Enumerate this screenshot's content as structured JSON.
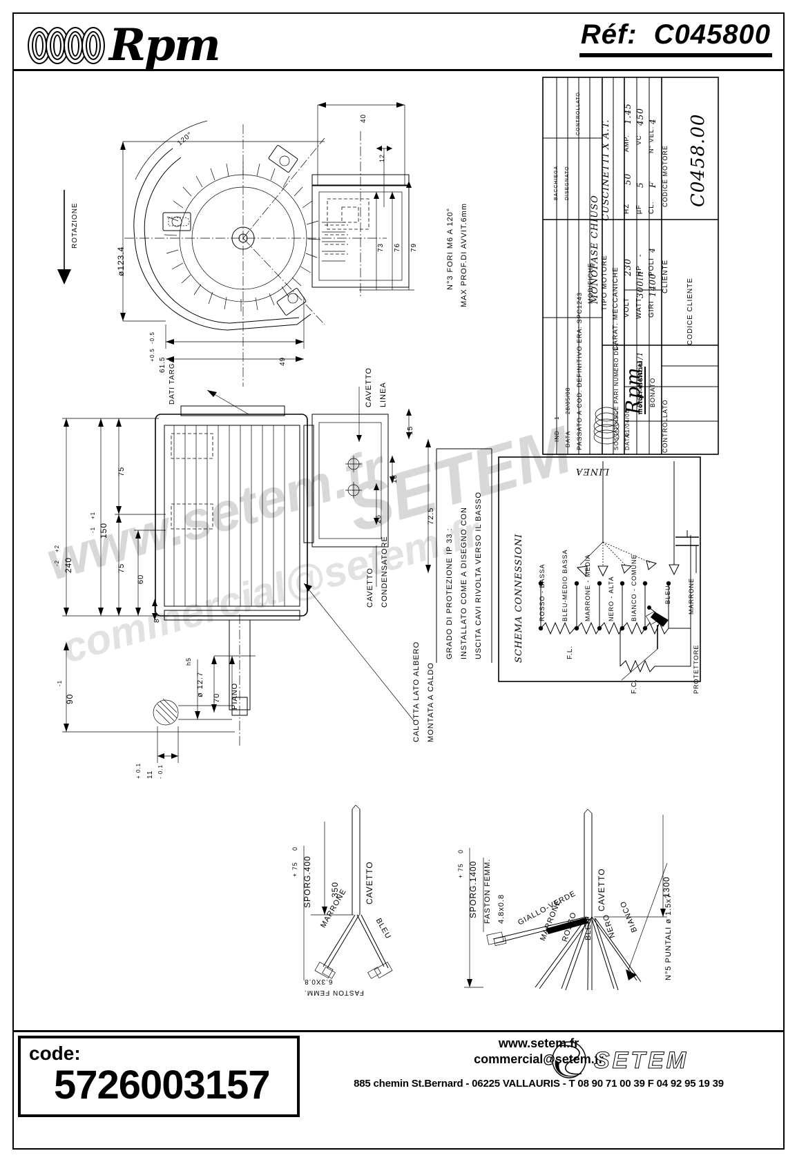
{
  "header": {
    "brand": "Rpm",
    "ref_label": "Réf:",
    "ref_value": "C045800"
  },
  "footer": {
    "code_label": "code:",
    "code_value": "5726003157",
    "website": "www.setem.fr",
    "email": "commercial@setem.fr",
    "address": "885 chemin St.Bernard  -   06225 VALLAURIS  -  T 08 90 71 00 39   F 04 92 95 19 39",
    "company": "SETEM"
  },
  "watermarks": {
    "line1": "www.setem.fr",
    "line2": "SETEM",
    "line3": "commercial@setem.fr"
  },
  "title_block": {
    "modifiche_header": "MODIFICHE",
    "passato": "PASSATO A COD. DEFINITIVO ERA: SPC1243",
    "ind_label": "IND",
    "data_label": "DATA",
    "ind_value": "1",
    "data_value": "28/05/08",
    "dash": "-",
    "columns": [
      "BACCHIEGA",
      "DISEGNATO",
      "CONTROLLATO"
    ],
    "brand": "Rpm",
    "brand_sub": "motori elettrici",
    "tipo_motore_label": "TIPO MOTORE",
    "tipo_motore_value": "MONOFASE CHIUSO",
    "carat_label": "CARAT. MECCANICHE",
    "carat_value": "CUSCINETTI X A.T.",
    "specs": [
      {
        "label": "VOLT",
        "value": "230",
        "label2": "HZ",
        "value2": "50",
        "label3": "AMP.",
        "value3": "1.45"
      },
      {
        "label": "WATT",
        "value": "300in",
        "label2": "µF",
        "value2": "5",
        "label3": "VC",
        "value3": "450"
      },
      {
        "label": "GIRI",
        "value": "1400",
        "label2": "CL.",
        "value2": "F",
        "label3": "N° VEL.",
        "value3": "4"
      }
    ],
    "hp_label": "HP",
    "hp_value": "-",
    "poli_label": "POLI",
    "poli_value": "4",
    "cliente_label": "CLIENTE",
    "codice_cliente_label": "CODICE CLIENTE",
    "codice_motore_label": "CODICE MOTORE",
    "codice_motore_value": "C0458.00",
    "sostituisce_label": "SOSTITUISCE PARI NUMERO DEL",
    "sostituisce_value": "-",
    "scala_label": "SCALA",
    "scala_value": "1/1",
    "data_row_label": "DATA:",
    "data_row_value": "01/04/08",
    "disegnato_label": "DISEGNATO",
    "disegnato_value": "BONATO",
    "controllato_label": "CONTROLLATO"
  },
  "notes": {
    "protection": "GRADO DI PROTEZIONE IP 33 :",
    "protection2": "INSTALLATO COME A DISEGNO CON",
    "protection3": "USCITA CAVI RIVOLTA VERSO IL BASSO",
    "fori": "N°3 FORI M6 A 120°",
    "fori2": "MAX PROF.DI AVVIT.6mm",
    "rotazione": "ROTAZIONE",
    "dati_targa": "DATI TARGA",
    "cavetto_linea": "CAVETTO",
    "cavetto_linea2": "LINEA",
    "cavetto_cond": "CAVETTO",
    "cavetto_cond2": "CONDENSATORE",
    "calotta": "CALOTTA LATO ALBERO",
    "calotta2": "MONTATA A CALDO",
    "piano": "PIANO"
  },
  "dimensions": {
    "diam_rotor": "ø123.4",
    "angle120": "120°",
    "d40": "40",
    "d12": "12",
    "d73": "73",
    "d76": "76",
    "d79": "79",
    "d49": "49",
    "d61_5": "61.5",
    "tol61_5_top": "+0.5",
    "tol61_5_bot": "-0.5",
    "d240": "240",
    "tol240_top": "+2",
    "tol240_bot": "-2",
    "d150": "150",
    "tol150_top": "+1",
    "tol150_bot": "-1",
    "d75a": "75",
    "d75b": "75",
    "d60": "60",
    "d8": "8",
    "d90": "90",
    "tol90": "-1",
    "d15": "15",
    "d18": "18",
    "d72_5": "72.5",
    "d26": "26",
    "shaft_diam": "ø 12.7",
    "shaft_tol": "h5",
    "d70": "70",
    "d11": "11",
    "tol11_top": "+ 0.1",
    "tol11_bot": "- 0.1"
  },
  "schema": {
    "title": "SCHEMA CONNESSIONI",
    "linea": "LINEA",
    "taps": [
      "ROSSO - BASSA",
      "BLEU-MEDIO BASSA",
      "MARRONE - MEDIA",
      "NERO - ALTA",
      "BIANCO - COMUNE"
    ],
    "cap_lead1": "BLEU",
    "cap_lead2": "MARRONE",
    "fl": "F.L.",
    "fc": "F.C.",
    "protettore": "PROTETTORE"
  },
  "harness_left": {
    "sporg": "SPORG.400",
    "sporg_tol_top": "+ 75",
    "sporg_tol_bot": "0",
    "len": "350",
    "cavetto": "CAVETTO",
    "wire1": "MARRONE",
    "wire2": "BLEU",
    "faston": "FASTON FEMM.",
    "faston_size": "6.3X0.8"
  },
  "harness_right": {
    "sporg": "SPORG.1400",
    "sporg_tol_top": "+ 75",
    "sporg_tol_bot": "0",
    "len": "1300",
    "cavetto": "CAVETTO",
    "faston": "FASTON FEMM.",
    "faston_size": "4.8x0.8",
    "wires": [
      "GIALLO-VERDE",
      "MARRONE",
      "ROSSO",
      "BLEU",
      "NERO",
      "BIANCO"
    ],
    "puntali": "N°5 PUNTALI ø 1.5x7"
  }
}
